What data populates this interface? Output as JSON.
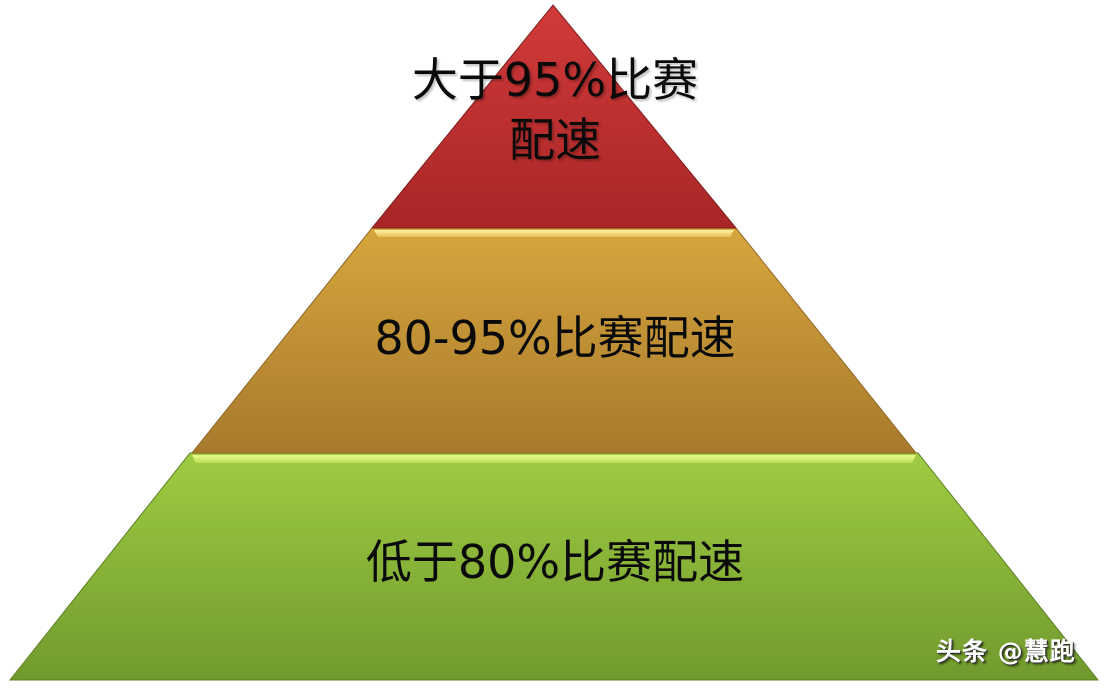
{
  "diagram": {
    "type": "pyramid",
    "tiers": [
      {
        "level": "top",
        "line1": "大于95%比赛",
        "line2": "配速",
        "color": "#b3282a"
      },
      {
        "level": "middle",
        "label": "80-95%比赛配速",
        "color": "#c8983a"
      },
      {
        "level": "bottom",
        "label": "低于80%比赛配速",
        "color": "#8db83a"
      }
    ]
  },
  "watermark": {
    "text": "头条 @慧跑"
  }
}
